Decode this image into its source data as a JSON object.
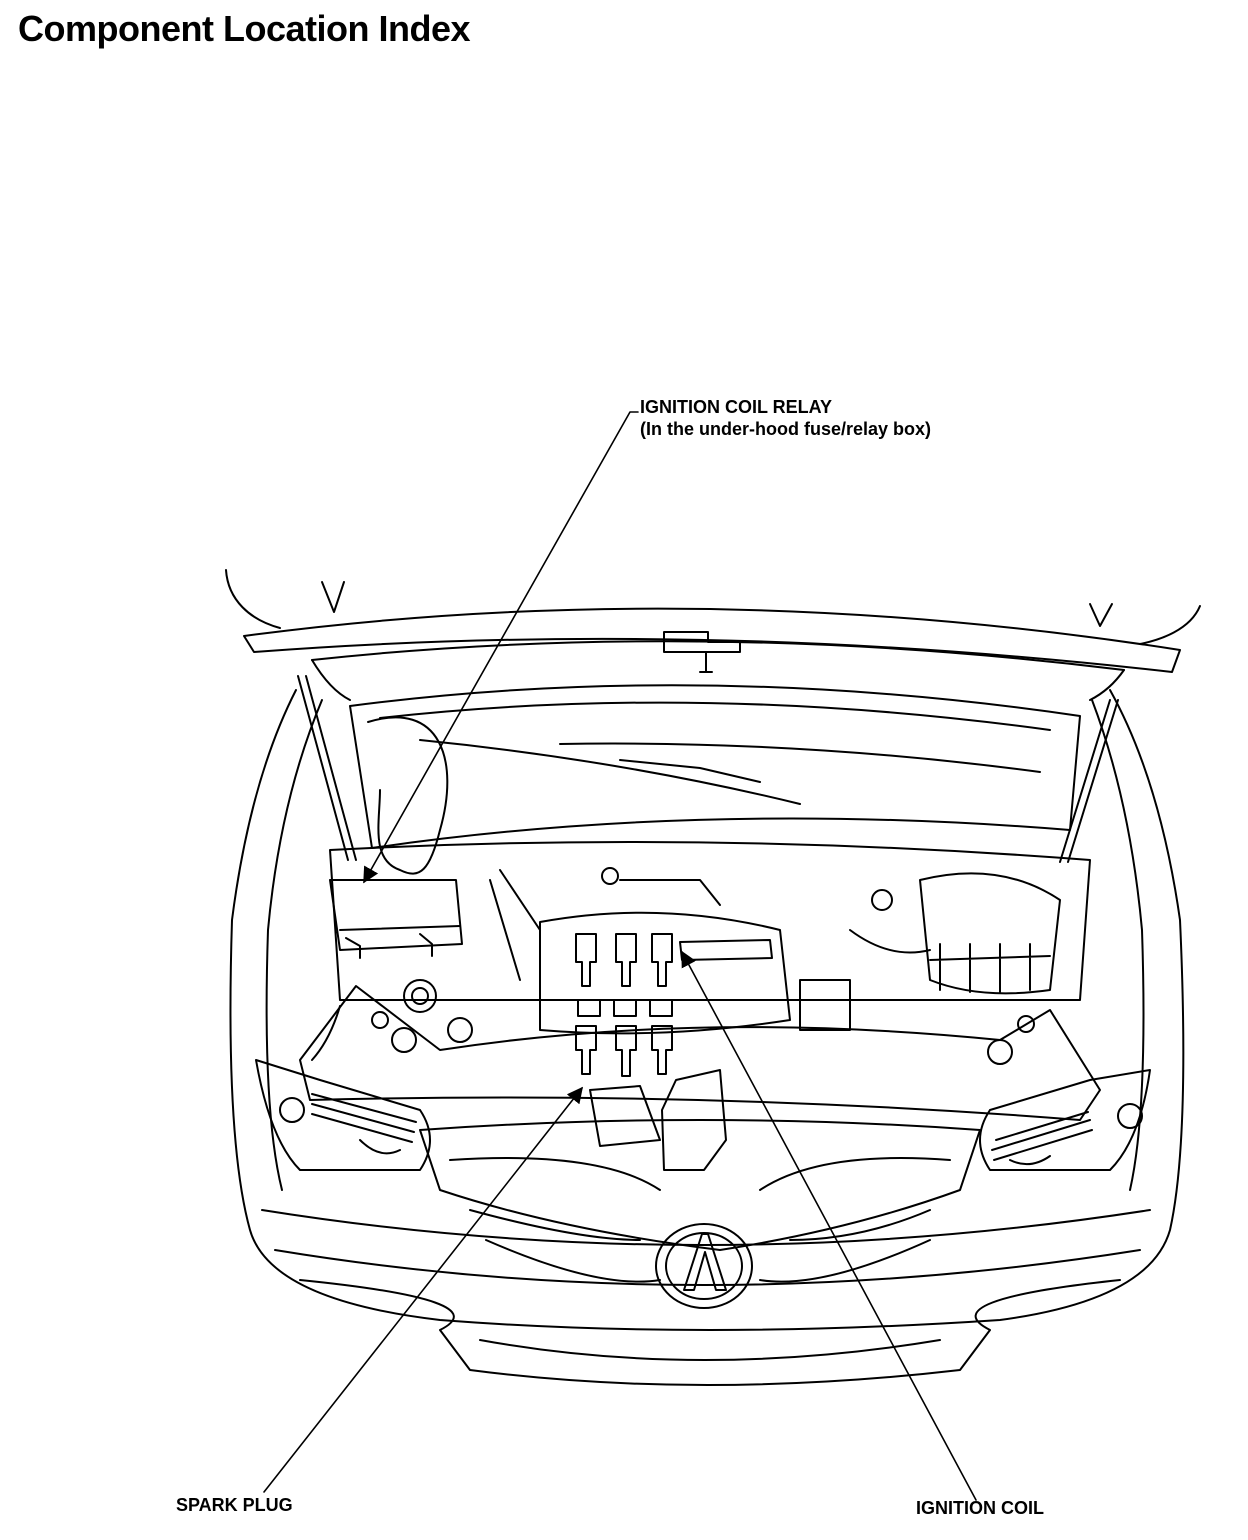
{
  "page": {
    "title": "Component Location Index"
  },
  "callouts": {
    "ignition_coil_relay": {
      "label": "IGNITION COIL RELAY",
      "note": "(In the under-hood fuse/relay box)"
    },
    "spark_plug": {
      "label": "SPARK PLUG"
    },
    "ignition_coil": {
      "label": "IGNITION COIL"
    }
  },
  "colors": {
    "line": "#000000",
    "background": "#ffffff"
  }
}
